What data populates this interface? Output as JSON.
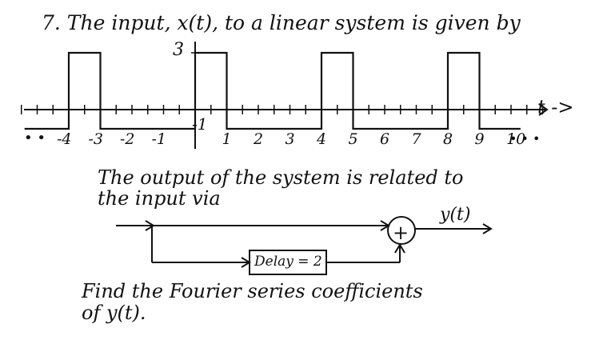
{
  "problem": {
    "line1": "7. The input, x(t), to a linear system is given by",
    "line2": "The output of the system is related to",
    "line3": "the input via",
    "line4": "Find the Fourier series coefficients",
    "line5": "of y(t)."
  },
  "signal_plot": {
    "amplitude_label": "3",
    "low_label": "-1",
    "axis_label": "t ->",
    "ellipsis_left": "• •",
    "ellipsis_right": "• • •",
    "tick_labels": [
      "-4",
      "-3",
      "-2",
      "-1",
      "1",
      "2",
      "3",
      "4",
      "5",
      "6",
      "7",
      "8",
      "9",
      "10"
    ],
    "tick_values": [
      -4,
      -3,
      -2,
      -1,
      1,
      2,
      3,
      4,
      5,
      6,
      7,
      8,
      9,
      10
    ],
    "high_value": 3,
    "low_value": -1,
    "pulse_starts": [
      -4,
      0,
      4,
      8
    ],
    "pulse_width": 1
  },
  "block_diagram": {
    "delay_label": "Delay = 2",
    "adder_symbol": "+",
    "output_label": "y(t)"
  }
}
